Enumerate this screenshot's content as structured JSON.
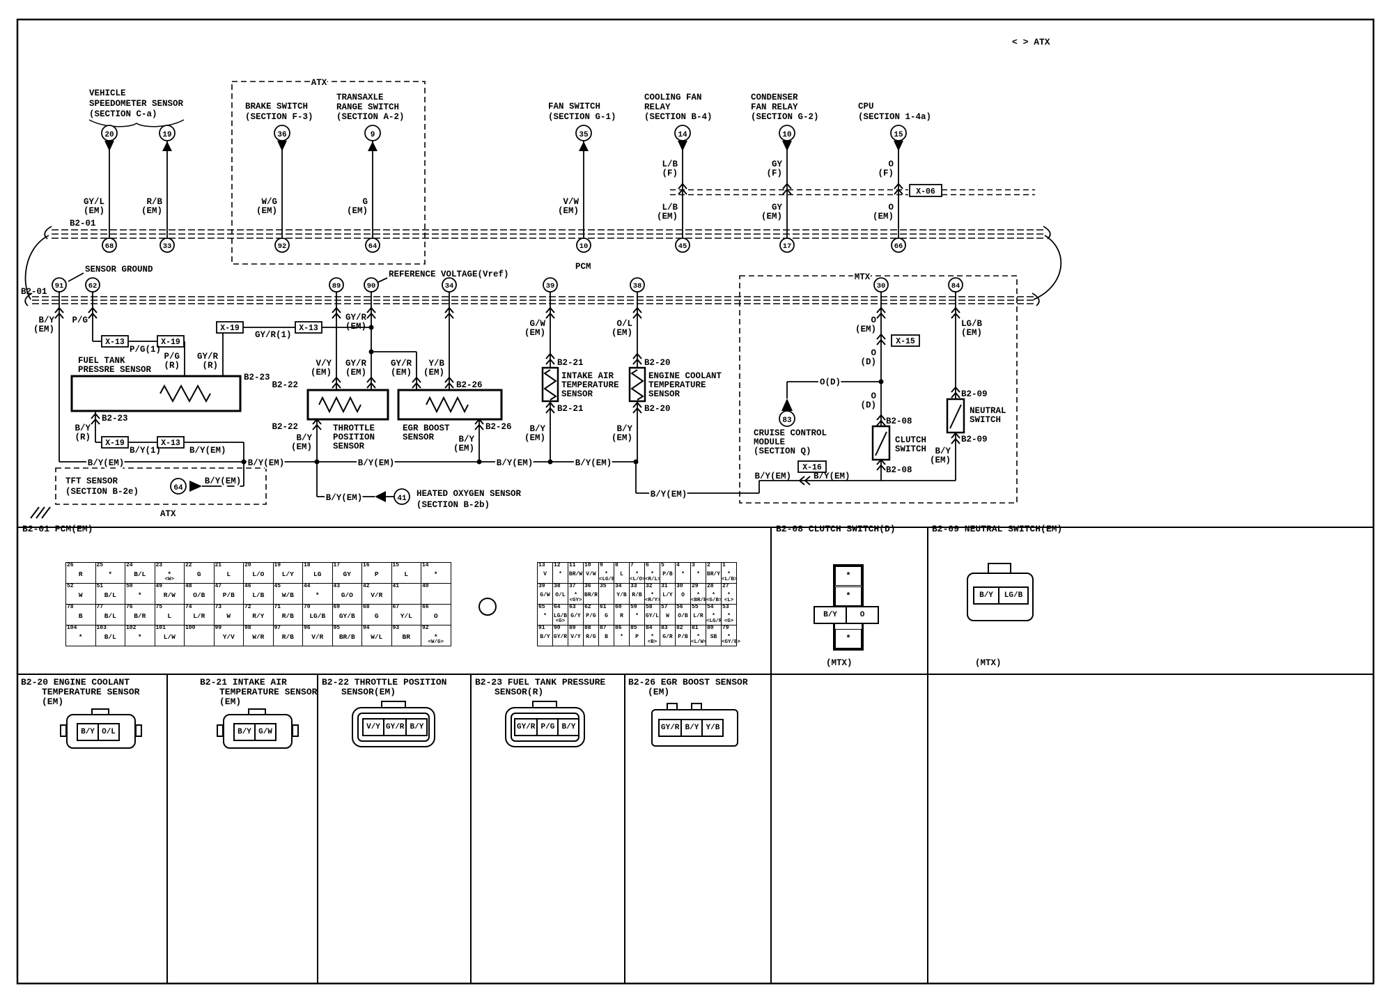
{
  "corner_note": "< > ATX",
  "bus1": {
    "label": "B2-01",
    "pins": [
      "68",
      "33",
      "92",
      "64",
      "10",
      "45",
      "17",
      "66"
    ]
  },
  "bus2": {
    "label": "B2-01",
    "pins": [
      "91",
      "62",
      "89",
      "90",
      "34",
      "39",
      "38",
      "30",
      "84"
    ]
  },
  "region_labels": {
    "pcm": "PCM",
    "sensor_ground": "SENSOR GROUND",
    "vref": "REFERENCE VOLTAGE(Vref)",
    "mtx": "MTX",
    "atx_top": "ATX",
    "atx_bottom": "ATX"
  },
  "inline_connectors": {
    "x06": "X-06",
    "x13": "X-13",
    "x19": "X-19",
    "x15": "X-15",
    "x16": "X-16"
  },
  "bus_drops": {
    "p91_1": "B/Y",
    "p91_2": "(EM)",
    "p62": "P/G",
    "p90_1": "GY/R",
    "p90_2": "(EM)",
    "p34_1": "Y/B",
    "p34_2": "(EM)",
    "p39_1": "G/W",
    "p39_2": "(EM)",
    "p38_1": "O/L",
    "p38_2": "(EM)",
    "p30_1": "O",
    "p30_2": "(EM)",
    "p84_1": "LG/B",
    "p84_2": "(EM)"
  },
  "components": {
    "vss": {
      "name1": "VEHICLE",
      "name2": "SPEEDOMETER SENSOR",
      "name3": "(SECTION C-a)",
      "pin_left": "20",
      "pin_right": "19",
      "wl1": "GY/L",
      "wl2": "(EM)",
      "wr1": "R/B",
      "wr2": "(EM)"
    },
    "brake": {
      "name1": "BRAKE SWITCH",
      "name2": "(SECTION F-3)",
      "pin": "36",
      "w1": "W/G",
      "w2": "(EM)"
    },
    "transaxle": {
      "name1": "TRANSAXLE",
      "name2": "RANGE SWITCH",
      "name3": "(SECTION A-2)",
      "pin": "9",
      "w1": "G",
      "w2": "(EM)"
    },
    "fan": {
      "name1": "FAN SWITCH",
      "name2": "(SECTION G-1)",
      "pin": "35",
      "w1": "V/W",
      "w2": "(EM)"
    },
    "cooling": {
      "name1": "COOLING FAN",
      "name2": "RELAY",
      "name3": "(SECTION B-4)",
      "pin": "14",
      "wf1": "L/B",
      "wf2": "(F)",
      "wm1": "L/B",
      "wm2": "(EM)"
    },
    "condenser": {
      "name1": "CONDENSER",
      "name2": "FAN RELAY",
      "name3": "(SECTION G-2)",
      "pin": "10",
      "wf1": "GY",
      "wf2": "(F)",
      "wm1": "GY",
      "wm2": "(EM)"
    },
    "cpu": {
      "name1": "CPU",
      "name2": "(SECTION 1-4a)",
      "pin": "15",
      "wf1": "O",
      "wf2": "(F)",
      "wm1": "O",
      "wm2": "(EM)"
    },
    "fuel_tank": {
      "name1": "FUEL TANK",
      "name2": "PRESSRE SENSOR",
      "ref": "B2-23",
      "pg1": "P/G",
      "pg2": "(R)",
      "gyr1": "GY/R",
      "gyr2": "(R)",
      "pg_mid": "P/G(1)",
      "gyr_mid": "GY/R(1)",
      "by1": "B/Y",
      "by2": "(R)",
      "by_mid": "B/Y(1)",
      "by_em": "B/Y(EM)"
    },
    "throttle": {
      "name1": "THROTTLE",
      "name2": "POSITION",
      "name3": "SENSOR",
      "ref": "B2-22",
      "vy1": "V/Y",
      "vy2": "(EM)",
      "gyr1": "GY/R",
      "gyr2": "(EM)",
      "by1": "B/Y",
      "by2": "(EM)"
    },
    "egr": {
      "name1": "EGR BOOST",
      "name2": "SENSOR",
      "ref": "B2-26",
      "gyr1": "GY/R",
      "gyr2": "(EM)",
      "by1": "B/Y",
      "by2": "(EM)"
    },
    "iat": {
      "name1": "INTAKE AIR",
      "name2": "TEMPERATURE",
      "name3": "SENSOR",
      "ref": "B2-21",
      "by1": "B/Y",
      "by2": "(EM)"
    },
    "ect": {
      "name1": "ENGINE COOLANT",
      "name2": "TEMPERATURE",
      "name3": "SENSOR",
      "ref": "B2-20",
      "by1": "B/Y",
      "by2": "(EM)"
    },
    "tft": {
      "name1": "TFT SENSOR",
      "name2": "(SECTION B-2e)",
      "pin": "64",
      "wire": "B/Y(EM)"
    },
    "ho2s": {
      "name1": "HEATED OXYGEN SENSOR",
      "name2": "(SECTION B-2b)",
      "pin": "41",
      "wire": "B/Y(EM)"
    },
    "cruise": {
      "name1": "CRUISE CONTROL",
      "name2": "MODULE",
      "name3": "(SECTION Q)",
      "pin": "83",
      "branch": "O(D)",
      "od1": "O",
      "od2": "(D)"
    },
    "clutch_sw": {
      "name1": "CLUTCH",
      "name2": "SWITCH",
      "ref": "B2-08"
    },
    "neutral_sw": {
      "name1": "NEUTRAL",
      "name2": "SWITCH",
      "ref": "B2-09",
      "by1": "B/Y",
      "by2": "(EM)"
    }
  },
  "ground_run": [
    "B/Y(EM)",
    "B/Y(EM)",
    "B/Y(EM)",
    "B/Y(EM)",
    "B/Y(EM)",
    "B/Y(EM)",
    "B/Y(EM)",
    "B/Y(EM)"
  ],
  "pcm_connector": {
    "title": "B2-01 PCM(EM)",
    "left_rows": [
      [
        {
          "p": "26",
          "c": "R"
        },
        {
          "p": "25",
          "c": "*"
        },
        {
          "p": "24",
          "c": "B/L"
        },
        {
          "p": "23",
          "c": "*",
          "a": "<W>"
        },
        {
          "p": "22",
          "c": "G"
        },
        {
          "p": "21",
          "c": "L"
        },
        {
          "p": "20",
          "c": "L/O"
        },
        {
          "p": "19",
          "c": "L/Y"
        },
        {
          "p": "18",
          "c": "LG"
        },
        {
          "p": "17",
          "c": "GY"
        },
        {
          "p": "16",
          "c": "P"
        },
        {
          "p": "15",
          "c": "L"
        },
        {
          "p": "14",
          "c": "*"
        }
      ],
      [
        {
          "p": "52",
          "c": "W"
        },
        {
          "p": "51",
          "c": "B/L"
        },
        {
          "p": "50",
          "c": "*"
        },
        {
          "p": "49",
          "c": "R/W"
        },
        {
          "p": "48",
          "c": "O/B"
        },
        {
          "p": "47",
          "c": "P/B"
        },
        {
          "p": "46",
          "c": "L/B"
        },
        {
          "p": "45",
          "c": "W/B"
        },
        {
          "p": "44",
          "c": "*"
        },
        {
          "p": "43",
          "c": "G/O"
        },
        {
          "p": "42",
          "c": "V/R"
        },
        {
          "p": "41",
          "c": ""
        },
        {
          "p": "40",
          "c": ""
        }
      ],
      [
        {
          "p": "78",
          "c": "B"
        },
        {
          "p": "77",
          "c": "B/L"
        },
        {
          "p": "76",
          "c": "B/R"
        },
        {
          "p": "75",
          "c": "L"
        },
        {
          "p": "74",
          "c": "L/R"
        },
        {
          "p": "73",
          "c": "W"
        },
        {
          "p": "72",
          "c": "R/Y"
        },
        {
          "p": "71",
          "c": "R/B"
        },
        {
          "p": "70",
          "c": "LG/B"
        },
        {
          "p": "69",
          "c": "GY/B"
        },
        {
          "p": "68",
          "c": "G"
        },
        {
          "p": "67",
          "c": "Y/L"
        },
        {
          "p": "66",
          "c": "O"
        }
      ],
      [
        {
          "p": "104",
          "c": "*"
        },
        {
          "p": "103",
          "c": "B/L"
        },
        {
          "p": "102",
          "c": "*"
        },
        {
          "p": "101",
          "c": "L/W"
        },
        {
          "p": "100",
          "c": ""
        },
        {
          "p": "99",
          "c": "Y/V"
        },
        {
          "p": "98",
          "c": "W/R"
        },
        {
          "p": "97",
          "c": "R/B"
        },
        {
          "p": "96",
          "c": "V/R"
        },
        {
          "p": "95",
          "c": "BR/B"
        },
        {
          "p": "94",
          "c": "W/L"
        },
        {
          "p": "93",
          "c": "BR"
        },
        {
          "p": "92",
          "c": "*",
          "a": "<W/G>"
        }
      ]
    ],
    "right_rows": [
      [
        {
          "p": "13",
          "c": "V"
        },
        {
          "p": "12",
          "c": "*"
        },
        {
          "p": "11",
          "c": "BR/W"
        },
        {
          "p": "10",
          "c": "V/W"
        },
        {
          "p": "9",
          "c": "*",
          "a": "<LG/B>"
        },
        {
          "p": "8",
          "c": "L"
        },
        {
          "p": "7",
          "c": "*",
          "a": "<L/O>"
        },
        {
          "p": "6",
          "c": "*",
          "a": "<R/L>"
        },
        {
          "p": "5",
          "c": "P/B"
        },
        {
          "p": "4",
          "c": "*"
        },
        {
          "p": "3",
          "c": "*"
        },
        {
          "p": "2",
          "c": "BR/Y"
        },
        {
          "p": "1",
          "c": "*",
          "a": "<L/B>"
        }
      ],
      [
        {
          "p": "39",
          "c": "G/W"
        },
        {
          "p": "38",
          "c": "O/L"
        },
        {
          "p": "37",
          "c": "*",
          "a": "<GY>"
        },
        {
          "p": "36",
          "c": "BR/R"
        },
        {
          "p": "35",
          "c": ""
        },
        {
          "p": "34",
          "c": "Y/B"
        },
        {
          "p": "33",
          "c": "R/B"
        },
        {
          "p": "32",
          "c": "*",
          "a": "<R/Y>"
        },
        {
          "p": "31",
          "c": "L/Y"
        },
        {
          "p": "30",
          "c": "O"
        },
        {
          "p": "29",
          "c": "*",
          "a": "<BR/B>"
        },
        {
          "p": "28",
          "c": "*",
          "a": "<G/B>"
        },
        {
          "p": "27",
          "c": "*",
          "a": "<L>"
        }
      ],
      [
        {
          "p": "65",
          "c": "*"
        },
        {
          "p": "64",
          "c": "LG/B",
          "a": "<G>"
        },
        {
          "p": "63",
          "c": "G/Y"
        },
        {
          "p": "62",
          "c": "P/G"
        },
        {
          "p": "61",
          "c": "G"
        },
        {
          "p": "60",
          "c": "R"
        },
        {
          "p": "59",
          "c": "*"
        },
        {
          "p": "58",
          "c": "GY/L"
        },
        {
          "p": "57",
          "c": "W"
        },
        {
          "p": "56",
          "c": "O/B"
        },
        {
          "p": "55",
          "c": "L/R"
        },
        {
          "p": "54",
          "c": "*",
          "a": "<LG/R>"
        },
        {
          "p": "53",
          "c": "*",
          "a": "<G>"
        }
      ],
      [
        {
          "p": "91",
          "c": "B/Y"
        },
        {
          "p": "90",
          "c": "GY/R"
        },
        {
          "p": "89",
          "c": "V/Y"
        },
        {
          "p": "88",
          "c": "R/G"
        },
        {
          "p": "87",
          "c": "B"
        },
        {
          "p": "86",
          "c": "*"
        },
        {
          "p": "85",
          "c": "P"
        },
        {
          "p": "84",
          "c": "*",
          "a": "<B>"
        },
        {
          "p": "83",
          "c": "G/R"
        },
        {
          "p": "82",
          "c": "P/B"
        },
        {
          "p": "81",
          "c": "*",
          "a": "<L/W>"
        },
        {
          "p": "80",
          "c": "SB"
        },
        {
          "p": "79",
          "c": "*",
          "a": "<GY/B>"
        }
      ]
    ]
  },
  "clutch_connector": {
    "title": "B2-08 CLUTCH SWITCH(D)",
    "strip_cells": [
      "*",
      "*",
      "*"
    ],
    "row_cells": [
      "B/Y",
      "O"
    ],
    "mtx": "(MTX)"
  },
  "neutral_connector": {
    "title": "B2-09 NEUTRAL SWITCH(EM)",
    "cells": [
      "B/Y",
      "LG/B"
    ],
    "mtx": "(MTX)"
  },
  "bottom_connectors": [
    {
      "t1": "B2-20 ENGINE COOLANT",
      "t2": "TEMPERATURE SENSOR",
      "t3": "(EM)",
      "cells": [
        "B/Y",
        "O/L"
      ]
    },
    {
      "t1": "B2-21 INTAKE AIR",
      "t2": "TEMPERATURE SENSOR",
      "t3": "(EM)",
      "cells": [
        "B/Y",
        "G/W"
      ]
    },
    {
      "t1": "B2-22 THROTTLE POSITION",
      "t2": "SENSOR(EM)",
      "t3": "",
      "cells": [
        "V/Y",
        "GY/R",
        "B/Y"
      ]
    },
    {
      "t1": "B2-23 FUEL TANK PRESSURE",
      "t2": "SENSOR(R)",
      "t3": "",
      "cells": [
        "GY/R",
        "P/G",
        "B/Y"
      ]
    },
    {
      "t1": "B2-26 EGR BOOST SENSOR",
      "t2": "(EM)",
      "t3": "",
      "cells": [
        "GY/R",
        "B/Y",
        "Y/B"
      ]
    }
  ]
}
